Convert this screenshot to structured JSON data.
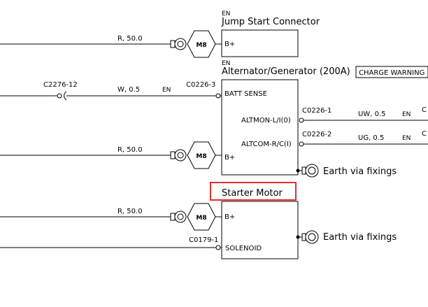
{
  "ui": {
    "highlight_color": "#e03030",
    "line_color": "#000000"
  },
  "labels": {
    "en": "EN",
    "b_plus": "B+",
    "nut_size": "M8",
    "power_cable": "R, 50.0",
    "earth_text": "Earth via fixings"
  },
  "jump_start": {
    "title": "Jump Start Connector"
  },
  "alternator": {
    "title": "Alternator/Generator (200A)",
    "charge_warning": "CHARGE WARNING",
    "sense_splice": "C2276-12",
    "sense_cable": "W, 0.5",
    "sense_connector": "C0226-3",
    "batt_sense": "BATT SENSE",
    "altmon_pin": "ALTMON-L/I(0)",
    "altcom_pin": "ALTCOM-R/C(I)",
    "altmon_connector": "C0226-1",
    "altmon_cable": "UW, 0.5",
    "altcom_connector": "C0226-2",
    "altcom_cable": "UG, 0.5",
    "edge_c1": "C",
    "edge_c2": "C"
  },
  "starter": {
    "title": "Starter Motor",
    "solenoid_connector": "C0179-1",
    "solenoid": "SOLENOID"
  }
}
